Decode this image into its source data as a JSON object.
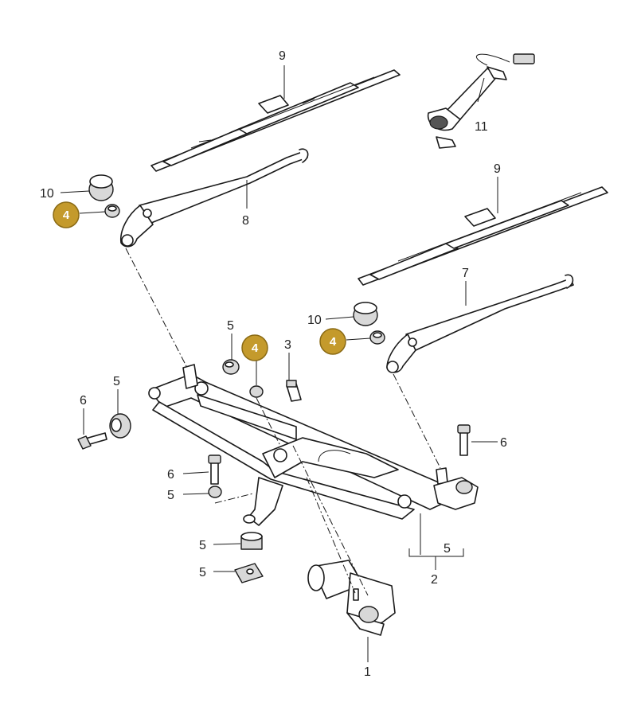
{
  "callouts": [
    {
      "id": "c9a",
      "text": "9"
    },
    {
      "id": "c11",
      "text": "11"
    },
    {
      "id": "c10a",
      "text": "10"
    },
    {
      "id": "c8",
      "text": "8"
    },
    {
      "id": "c9b",
      "text": "9"
    },
    {
      "id": "c7",
      "text": "7"
    },
    {
      "id": "c10b",
      "text": "10"
    },
    {
      "id": "c5a",
      "text": "5"
    },
    {
      "id": "c3",
      "text": "3"
    },
    {
      "id": "c6a",
      "text": "6"
    },
    {
      "id": "c5b",
      "text": "5"
    },
    {
      "id": "c6b",
      "text": "6"
    },
    {
      "id": "c6c",
      "text": "6"
    },
    {
      "id": "c5c",
      "text": "5"
    },
    {
      "id": "c5d",
      "text": "5"
    },
    {
      "id": "c5e",
      "text": "5"
    },
    {
      "id": "c5f",
      "text": "5"
    },
    {
      "id": "c2",
      "text": "2"
    },
    {
      "id": "c1",
      "text": "1"
    }
  ],
  "badges": [
    {
      "id": "b4a",
      "text": "4"
    },
    {
      "id": "b4b",
      "text": "4"
    },
    {
      "id": "b4c",
      "text": "4"
    }
  ],
  "colors": {
    "badge_fill": "#c49a2c",
    "badge_stroke": "#8a6a14",
    "line": "#1a1a1a"
  }
}
